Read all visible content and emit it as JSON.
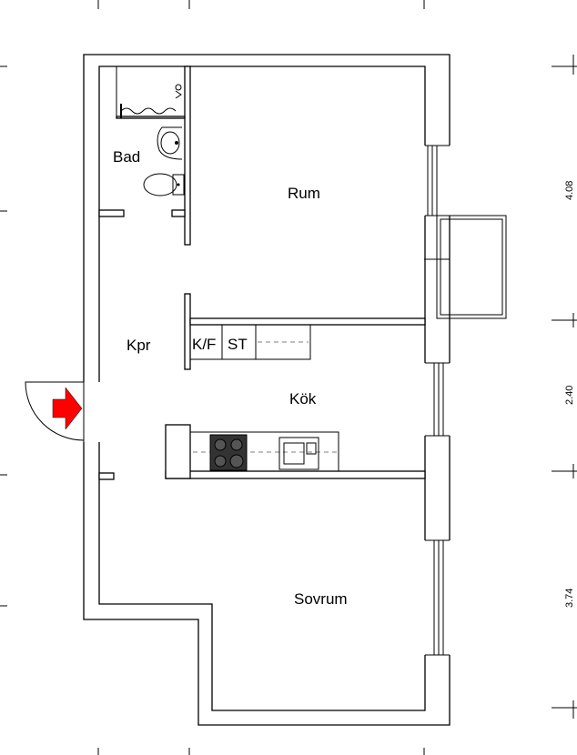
{
  "rooms": {
    "bad": "Bad",
    "rum": "Rum",
    "kpr": "Kpr",
    "kok": "Kök",
    "sovrum": "Sovrum"
  },
  "fixtures": {
    "fridge_freezer": "K/F",
    "stove": "ST"
  },
  "dimensions": {
    "upper": "4.08",
    "middle": "2.40",
    "lower": "3.74"
  },
  "colors": {
    "entrance_arrow": "#ff0000",
    "lines": "#000000"
  },
  "icons": {
    "entrance": "entrance-arrow-icon",
    "cooktop": "cooktop-icon",
    "sink": "kitchen-sink-icon",
    "toilet": "toilet-icon",
    "washbasin": "washbasin-icon",
    "shower": "shower-icon"
  }
}
